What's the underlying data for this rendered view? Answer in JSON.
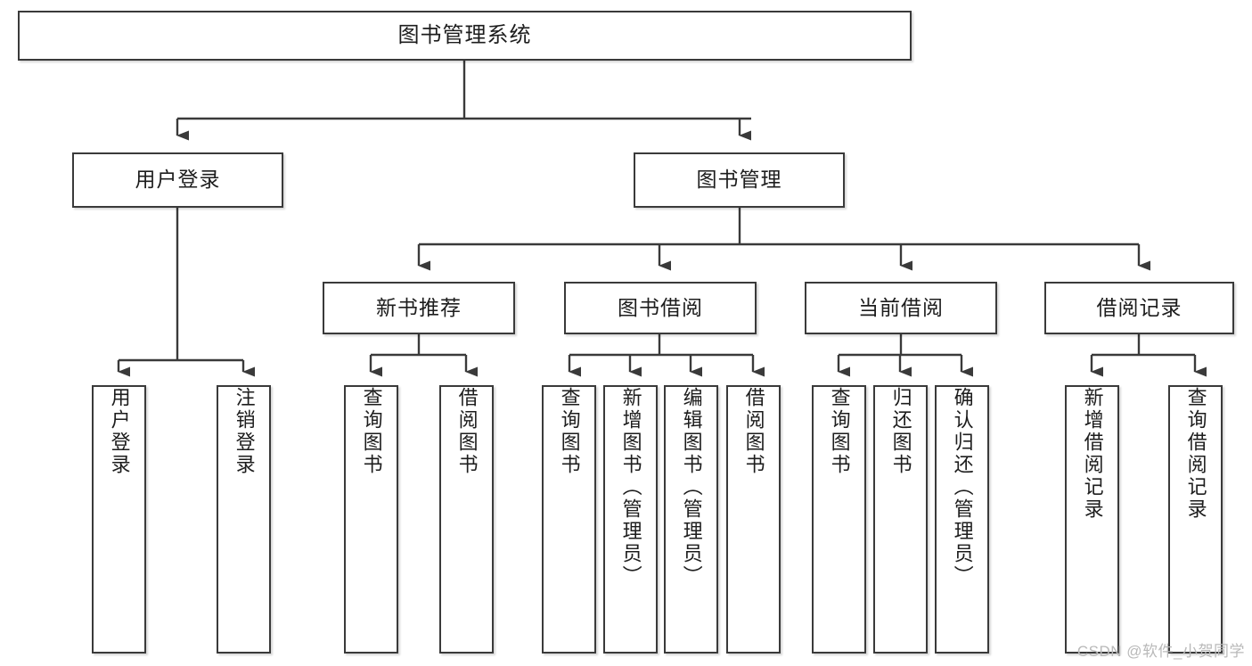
{
  "diagram": {
    "title": "图书管理系统",
    "watermark": "CSDN @软件_小贺同学",
    "colors": {
      "box_border": "#3a3a3a",
      "box_fill": "#ffffff",
      "text": "#1d1d1d",
      "edge": "#3a3a3a",
      "watermark": "#b9b9b9",
      "background": "#ffffff"
    },
    "root": {
      "id": "root",
      "label": "图书管理系统"
    },
    "level2": [
      {
        "id": "user-login",
        "label": "用户登录"
      },
      {
        "id": "book-management",
        "label": "图书管理"
      }
    ],
    "level3": [
      {
        "id": "new-book-recommend",
        "label": "新书推荐"
      },
      {
        "id": "book-borrow",
        "label": "图书借阅"
      },
      {
        "id": "current-borrow",
        "label": "当前借阅"
      },
      {
        "id": "borrow-record",
        "label": "借阅记录"
      }
    ],
    "leaves": {
      "user_login": [
        {
          "id": "leaf-user-login",
          "label": "用户登录"
        },
        {
          "id": "leaf-logout-login",
          "label": "注销登录"
        }
      ],
      "new_book_recommend": [
        {
          "id": "leaf-query-book-1",
          "label": "查询图书"
        },
        {
          "id": "leaf-borrow-book-1",
          "label": "借阅图书"
        }
      ],
      "book_borrow": [
        {
          "id": "leaf-query-book-2",
          "label": "查询图书"
        },
        {
          "id": "leaf-add-book",
          "label": "新增图书（管理员）"
        },
        {
          "id": "leaf-edit-book",
          "label": "编辑图书（管理员）"
        },
        {
          "id": "leaf-borrow-book-2",
          "label": "借阅图书"
        }
      ],
      "current_borrow": [
        {
          "id": "leaf-query-book-3",
          "label": "查询图书"
        },
        {
          "id": "leaf-return-book",
          "label": "归还图书"
        },
        {
          "id": "leaf-confirm-return",
          "label": "确认归还（管理员）"
        }
      ],
      "borrow_record": [
        {
          "id": "leaf-add-record",
          "label": "新增借阅记录"
        },
        {
          "id": "leaf-query-record",
          "label": "查询借阅记录"
        }
      ]
    }
  }
}
